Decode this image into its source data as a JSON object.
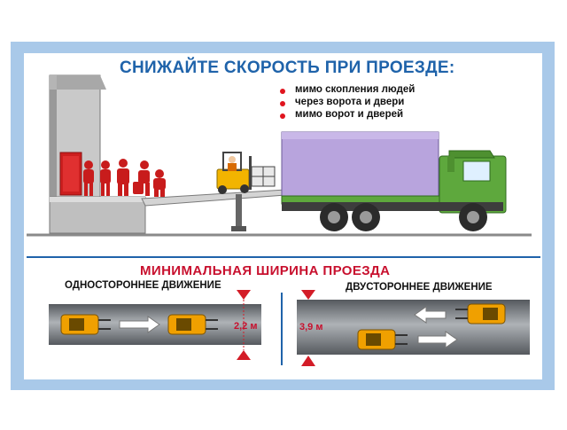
{
  "title": "СНИЖАЙТЕ СКОРОСТЬ ПРИ ПРОЕЗДЕ:",
  "bullets": [
    "мимо скопления людей",
    "через ворота и двери",
    "мимо ворот и дверей"
  ],
  "section_title": "МИНИМАЛЬНАЯ ШИРИНА ПРОЕЗДА",
  "one_way": {
    "label": "ОДНОСТОРОННЕЕ ДВИЖЕНИЕ",
    "width": "2,2 м"
  },
  "two_way": {
    "label": "ДВУСТОРОННЕЕ ДВИЖЕНИЕ",
    "width": "3,9 м"
  },
  "colors": {
    "frame": "#a9c9e9",
    "title_blue": "#1f63aa",
    "accent_red": "#c8102e",
    "truck_green": "#5ea83d",
    "cargo_purple": "#b8a4dd",
    "forklift_orange": "#f0a000",
    "road_gray": "#7f8489"
  }
}
